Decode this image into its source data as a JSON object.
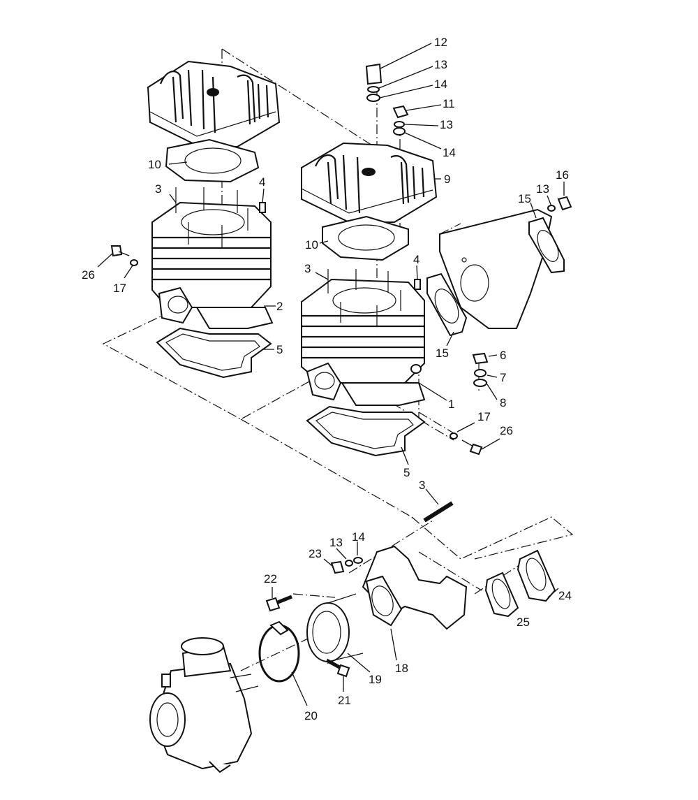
{
  "callouts": [
    {
      "id": "c12",
      "text": "12"
    },
    {
      "id": "c13a",
      "text": "13"
    },
    {
      "id": "c14a",
      "text": "14"
    },
    {
      "id": "c11",
      "text": "11"
    },
    {
      "id": "c13b",
      "text": "13"
    },
    {
      "id": "c14b",
      "text": "14"
    },
    {
      "id": "c9",
      "text": "9"
    },
    {
      "id": "c16",
      "text": "16"
    },
    {
      "id": "c13c",
      "text": "13"
    },
    {
      "id": "c15a",
      "text": "15"
    },
    {
      "id": "c10a",
      "text": "10"
    },
    {
      "id": "c3a",
      "text": "3"
    },
    {
      "id": "c4a",
      "text": "4"
    },
    {
      "id": "c26a",
      "text": "26"
    },
    {
      "id": "c17a",
      "text": "17"
    },
    {
      "id": "c2",
      "text": "2"
    },
    {
      "id": "c5a",
      "text": "5"
    },
    {
      "id": "c10b",
      "text": "10"
    },
    {
      "id": "c3b",
      "text": "3"
    },
    {
      "id": "c4b",
      "text": "4"
    },
    {
      "id": "c15b",
      "text": "15"
    },
    {
      "id": "c6",
      "text": "6"
    },
    {
      "id": "c7",
      "text": "7"
    },
    {
      "id": "c8",
      "text": "8"
    },
    {
      "id": "c1",
      "text": "1"
    },
    {
      "id": "c17b",
      "text": "17"
    },
    {
      "id": "c26b",
      "text": "26"
    },
    {
      "id": "c5b",
      "text": "5"
    },
    {
      "id": "c3c",
      "text": "3"
    },
    {
      "id": "c13d",
      "text": "13"
    },
    {
      "id": "c14c",
      "text": "14"
    },
    {
      "id": "c23",
      "text": "23"
    },
    {
      "id": "c22",
      "text": "22"
    },
    {
      "id": "c24",
      "text": "24"
    },
    {
      "id": "c25",
      "text": "25"
    },
    {
      "id": "c18",
      "text": "18"
    },
    {
      "id": "c19",
      "text": "19"
    },
    {
      "id": "c21",
      "text": "21"
    },
    {
      "id": "c20",
      "text": "20"
    }
  ]
}
